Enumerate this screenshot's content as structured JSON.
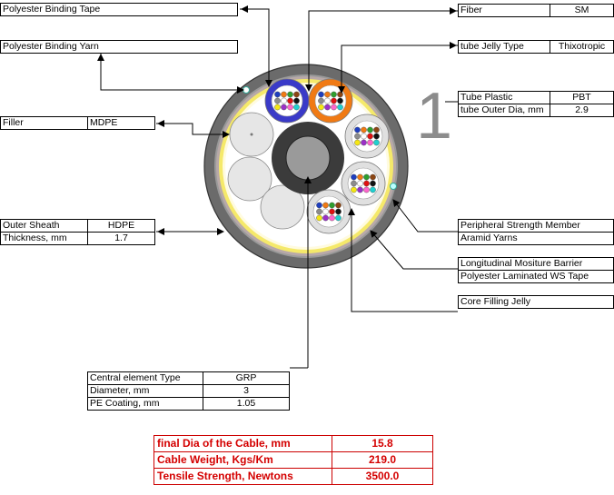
{
  "labels": {
    "binding_tape": "Polyester Binding Tape",
    "binding_yarn": "Polyester Binding Yarn",
    "filler_label": "Filler",
    "filler_value": "MDPE",
    "outer_sheath_label": "Outer Sheath",
    "outer_sheath_value": "HDPE",
    "thickness_label": "Thickness, mm",
    "thickness_value": "1.7",
    "fiber_label": "Fiber",
    "fiber_value": "SM",
    "tube_jelly_label": "tube Jelly Type",
    "tube_jelly_value": "Thixotropic",
    "tube_plastic_label": "Tube Plastic",
    "tube_plastic_value": "PBT",
    "tube_dia_label": "tube Outer Dia, mm",
    "tube_dia_value": "2.9",
    "peripheral_1": "Peripheral Strength Member",
    "peripheral_2": "Aramid Yarns",
    "barrier_1": "Longitudinal Mositure Barrier",
    "barrier_2": "Polyester Laminated  WS Tape",
    "core_jelly": "Core Filling Jelly",
    "central_type_label": "Central element Type",
    "central_type_value": "GRP",
    "central_dia_label": "Diameter, mm",
    "central_dia_value": "3",
    "pe_coating_label": "PE Coating, mm",
    "pe_coating_value": "1.05",
    "tube_count": "1"
  },
  "summary": [
    {
      "label": "final Dia of the Cable, mm",
      "value": "15.8"
    },
    {
      "label": "Cable Weight, Kgs/Km",
      "value": "219.0"
    },
    {
      "label": "Tensile Strength, Newtons",
      "value": "3500.0"
    }
  ],
  "colors": {
    "sheath": "#6b6b6b",
    "sheath_dark": "#3d3d3d",
    "yellow_ring": "#f5e96a",
    "tube_blue": "#3a3ac8",
    "tube_orange": "#f07a14",
    "summary_text": "#d40000",
    "fiber_colors": [
      "#1f3fbf",
      "#f07a14",
      "#2e9e2e",
      "#8b4513",
      "#8c8c8c",
      "#ffffff",
      "#e01010",
      "#111111",
      "#f5e614",
      "#9b30c8",
      "#ff66cc",
      "#20d0d0"
    ]
  }
}
